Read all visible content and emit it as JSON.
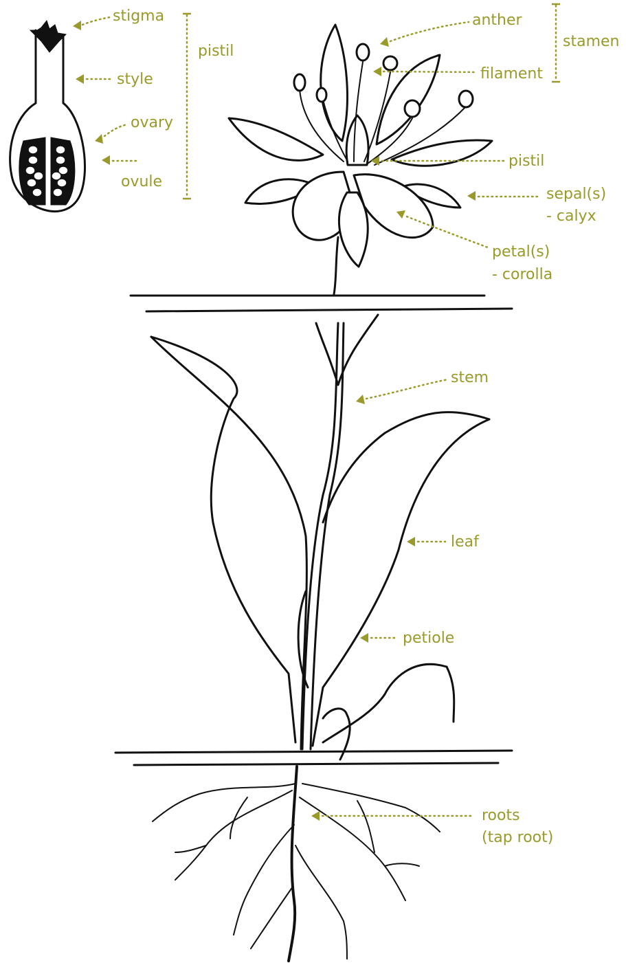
{
  "labels": {
    "stigma": "stigma",
    "style": "style",
    "ovary": "ovary",
    "ovule": "ovule",
    "pistil_bracket": "pistil",
    "anther": "anther",
    "filament": "filament",
    "stamen": "stamen",
    "pistil": "pistil",
    "sepal_line1": "sepal(s)",
    "sepal_line2": "- calyx",
    "petal_line1": "petal(s)",
    "petal_line2": "- corolla",
    "stem": "stem",
    "leaf": "leaf",
    "petiole": "petiole",
    "roots_line1": "roots",
    "roots_line2": "(tap root)"
  },
  "colors": {
    "label": "#9a9a2a",
    "ink": "#111111",
    "background": "#ffffff"
  }
}
